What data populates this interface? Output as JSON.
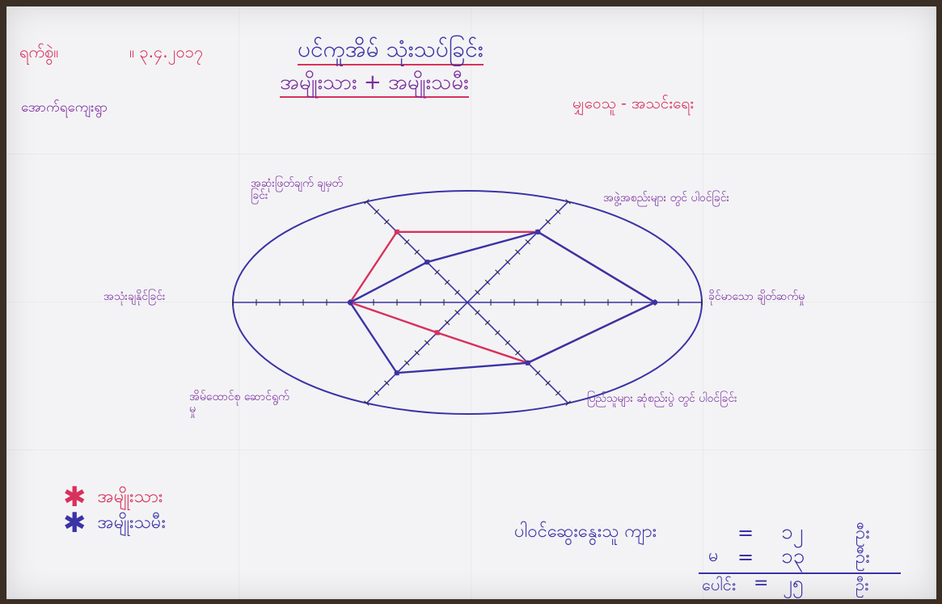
{
  "header": {
    "date_label": "ရက်စွဲ။",
    "date_value": "။ ၃.၄.၂၀၁၇",
    "title": "ပင်ကူအိမ် သုံးသပ်ခြင်း",
    "subtitle": "အမျိုးသား + အမျိုးသမီး",
    "village": "အောက်ရကျေးရွာ",
    "facilitator": "မျှဝေသူ - အသင်းရေး"
  },
  "axes_labels": {
    "top_left": "အဆုံးဖြတ်ချက် ချမှတ်ခြင်း",
    "top_right": "အဖွဲ့အစည်းများ တွင် ပါဝင်ခြင်း",
    "right": "ခိုင်မာသော ချိတ်ဆက်မှု",
    "bottom_right": "ပြည်သူများ ဆုံစည်းပွဲ တွင် ပါဝင်ခြင်း",
    "bottom_left": "အိမ်ထောင်စု ဆောင်ရွက်မှု",
    "left": "အသုံးချနိုင်ခြင်း"
  },
  "legend": {
    "male_label": "အမျိုးသား",
    "female_label": "အမျိုးသမီး",
    "male_color": "#d8315b",
    "female_color": "#3b33a6"
  },
  "participants": {
    "title": "ပါဝင်ဆွေးနွေးသူ ကျား",
    "male_eq": "=",
    "male_value": "၁၂",
    "male_unit": "ဦး",
    "female_label": "မ",
    "female_eq": "=",
    "female_value": "၁၃",
    "female_unit": "ဦး",
    "total_label": "ပေါင်း",
    "total_eq": "=",
    "total_value": "၂၅",
    "total_unit": "ဦး"
  },
  "chart_data": {
    "type": "radar",
    "axes": [
      "top_right",
      "right",
      "bottom_right",
      "bottom_left",
      "left",
      "top_left"
    ],
    "angles_deg": [
      45,
      0,
      -45,
      -135,
      180,
      135
    ],
    "range": [
      0,
      10
    ],
    "series": [
      {
        "name": "အမျိုးသား",
        "color": "#d8315b",
        "values": [
          7,
          8,
          6,
          3,
          5,
          7
        ]
      },
      {
        "name": "အမျိုးသမီး",
        "color": "#3b33a6",
        "values": [
          7,
          8,
          6,
          7,
          5,
          4
        ]
      }
    ]
  }
}
